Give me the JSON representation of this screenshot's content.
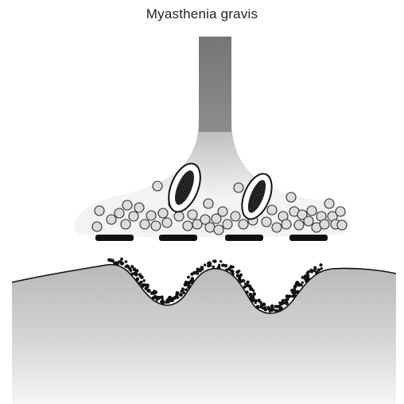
{
  "title": "Myasthenia gravis",
  "colors": {
    "text": "#222222",
    "nerve_dark": "#7a7a7a",
    "nerve_light": "#f2f2f2",
    "muscle_dark": "#b9b9b9",
    "muscle_light": "#f4f4f4",
    "vesicle_fill": "#dcdcdc",
    "outline": "#111111",
    "particle": "#111111"
  },
  "diagram": {
    "mitochondrion_count": 2,
    "release_site_count": 4,
    "junctional_fold_count": 2
  }
}
